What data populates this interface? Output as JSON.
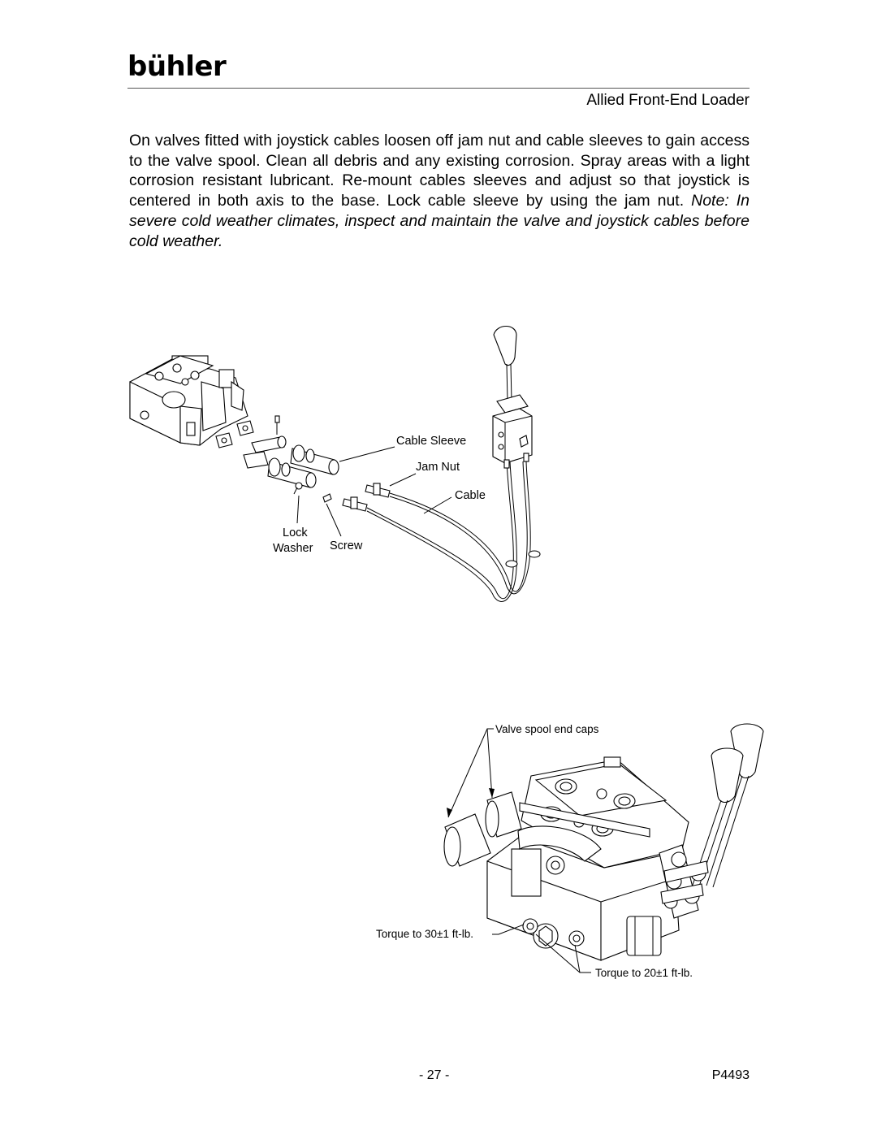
{
  "header": {
    "brand": "bühler",
    "doc_title": "Allied Front-End Loader"
  },
  "body": {
    "paragraph": "On valves fitted with joystick cables loosen off jam nut and cable sleeves to gain access to the valve spool.  Clean all debris and any existing corrosion.  Spray areas with a light corrosion resistant lubricant.  Re-mount cables sleeves and adjust so that joystick is centered in both axis to the base.  Lock cable sleeve by using the jam nut.",
    "note": "Note: In severe cold weather climates, inspect and maintain the valve and joystick cables before cold weather."
  },
  "figure1": {
    "label_cable_sleeve": "Cable Sleeve",
    "label_jam_nut": "Jam Nut",
    "label_cable": "Cable",
    "label_lock": "Lock",
    "label_washer": "Washer",
    "label_screw": "Screw"
  },
  "figure2": {
    "label_end_caps": "Valve spool end caps",
    "label_torque_30": "Torque to 30±1 ft-lb.",
    "label_torque_20": "Torque to 20±1 ft-lb."
  },
  "footer": {
    "page_number": "- 27 -",
    "doc_code": "P4493"
  }
}
